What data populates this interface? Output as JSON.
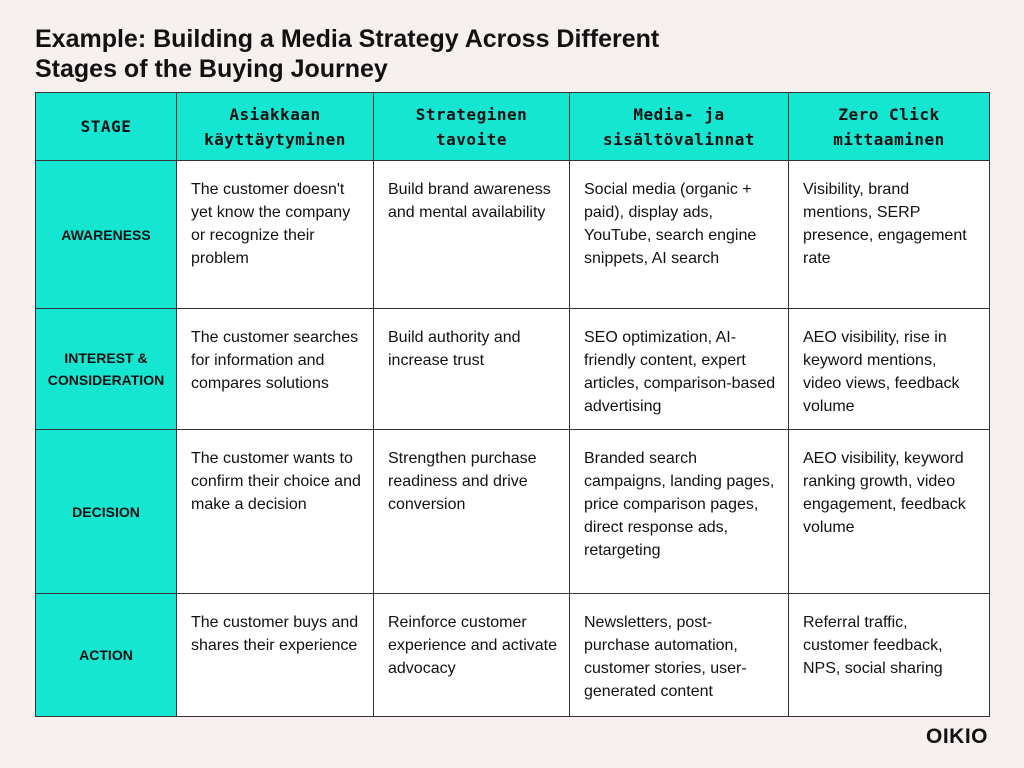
{
  "title_line1": "Example: Building a Media Strategy Across Different",
  "title_line2": "Stages of the Buying Journey",
  "headers": [
    "STAGE",
    "Asiakkaan käyttäytyminen",
    "Strateginen tavoite",
    "Media- ja sisältövalinnat",
    "Zero Click mittaaminen"
  ],
  "rows": [
    {
      "stage": "AWARENESS",
      "behavior": "The customer doesn't yet know the company or recognize their problem",
      "goal": "Build brand awareness and mental availability",
      "media": "Social media (organic + paid), display ads, YouTube, search engine snippets, AI search",
      "measurement": "Visibility, brand mentions, SERP presence, engagement rate"
    },
    {
      "stage": "INTEREST & CONSIDERATION",
      "behavior": "The customer searches for information and compares solutions",
      "goal": "Build authority and increase trust",
      "media": "SEO optimization, AI-friendly content, expert articles, comparison-based advertising",
      "measurement": "AEO visibility, rise in keyword mentions, video views, feedback volume"
    },
    {
      "stage": "DECISION",
      "behavior": "The customer wants to confirm their choice and make a decision",
      "goal": "Strengthen purchase readiness and drive conversion",
      "media": "Branded search campaigns, landing pages, price comparison pages, direct response ads, retargeting",
      "measurement": "AEO visibility, keyword ranking growth, video engagement, feedback volume"
    },
    {
      "stage": "ACTION",
      "behavior": "The customer buys and shares their experience",
      "goal": "Reinforce customer experience and activate advocacy",
      "media": "Newsletters, post-purchase automation, customer stories, user-generated content",
      "measurement": "Referral traffic, customer feedback, NPS, social sharing"
    }
  ],
  "logo": "OIKIO",
  "colors": {
    "background": "#f6f0ef",
    "accent": "#14e6d2",
    "cell": "#ffffff",
    "text": "#111111",
    "border": "#333333"
  }
}
